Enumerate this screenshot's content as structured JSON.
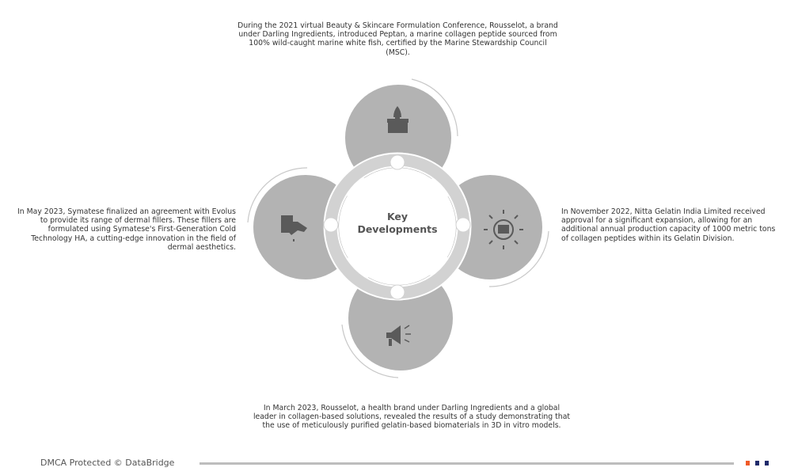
{
  "center": {
    "line1": "Key",
    "line2": "Developments"
  },
  "developments": {
    "top": {
      "text": "During the 2021 virtual Beauty & Skincare Formulation Conference, Rousselot, a brand under Darling Ingredients, introduced Peptan, a marine collagen peptide sourced from 100% wild-caught marine white fish, certified by the Marine Stewardship Council (MSC).",
      "icon": "product-launch-icon"
    },
    "right": {
      "text": "In November 2022, Nitta Gelatin India Limited received approval for a significant expansion, allowing for an additional annual production capacity of 1000 metric tons of collagen peptides within its Gelatin Division.",
      "icon": "expansion-icon"
    },
    "bottom": {
      "text": "In March 2023, Rousselot, a health brand under Darling Ingredients and a global leader in collagen-based solutions, revealed the results of a study demonstrating that the use of meticulously purified gelatin-based biomaterials in 3D in vitro models.",
      "icon": "megaphone-icon"
    },
    "left": {
      "text": "In May 2023, Symatese finalized an agreement with Evolus to provide its range of dermal fillers. These fillers are formulated using Symatese's First-Generation Cold Technology HA, a cutting-edge innovation in the field of dermal aesthetics.",
      "icon": "agreement-icon"
    }
  },
  "footer": {
    "text": "DMCA Protected © DataBridge"
  },
  "colors": {
    "circle": "#b3b3b3",
    "ring": "#d2d2d2",
    "icon": "#5a5a5a",
    "accent_orange": "#f05a28",
    "accent_navy": "#1f2a6b"
  }
}
